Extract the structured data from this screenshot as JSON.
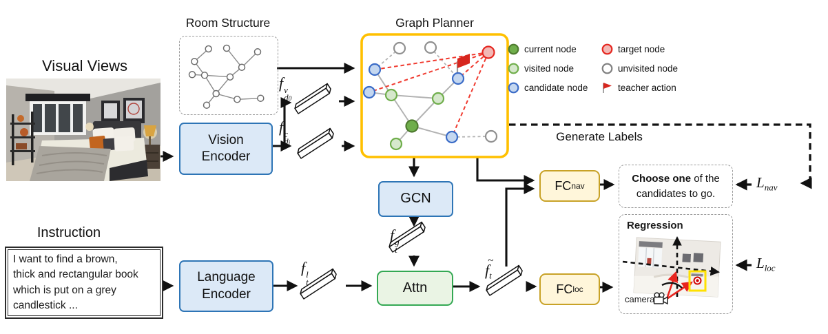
{
  "titles": {
    "visual_views": "Visual Views",
    "room_structure": "Room Structure",
    "graph_planner": "Graph Planner",
    "instruction": "Instruction",
    "generate_labels": "Generate Labels"
  },
  "legend": {
    "items": [
      {
        "label": "current node",
        "color": "#6FAE4B"
      },
      {
        "label": "visited node",
        "color": "#D6E8CC"
      },
      {
        "label": "candidate node",
        "color": "#C4D7F0"
      },
      {
        "label": "target node",
        "color": "#F2B8B5"
      },
      {
        "label": "unvisited node",
        "color": "#FFFFFF"
      },
      {
        "label": "teacher action",
        "color": "#D7261E"
      }
    ]
  },
  "instruction": {
    "lines": [
      "I want to find a brown,",
      "thick and rectangular book",
      "which is put on a grey",
      "candlestick ..."
    ]
  },
  "boxes": {
    "vision_encoder": {
      "line1": "Vision",
      "line2": "Encoder"
    },
    "language_encoder": {
      "line1": "Language",
      "line2": "Encoder"
    },
    "gcn": "GCN",
    "attn": "Attn",
    "fc_nav": {
      "base": "FC",
      "sub": "nav"
    },
    "fc_loc": {
      "base": "FC",
      "sub": "loc"
    }
  },
  "features": {
    "f_v": {
      "base": "f",
      "sup": "v",
      "sub": "d",
      "subsub": "0"
    },
    "f_c": {
      "base": "f",
      "sup": "c",
      "sub": "d",
      "subsub": "i"
    },
    "f_g": {
      "base": "f",
      "sup": "g",
      "sub": "t"
    },
    "f_l": {
      "base": "f",
      "sup": "l",
      "sub": "t"
    },
    "f_tilde": {
      "accent": "~",
      "base": "f",
      "sub": "t"
    }
  },
  "outputs": {
    "nav": {
      "bold": "Choose one",
      "rest": " of the",
      "line2": "candidates to go."
    },
    "loc": {
      "title": "Regression",
      "camera_label": "camera"
    }
  },
  "losses": {
    "nav": {
      "base": "L",
      "sub": "nav"
    },
    "loc": {
      "base": "L",
      "sub": "loc"
    }
  },
  "colors": {
    "planner_border": "#FFC000",
    "encoder_fill": "#DCE9F7",
    "encoder_stroke": "#2E75B6",
    "attn_fill": "#EAF4E4",
    "attn_stroke": "#34A853",
    "fc_fill": "#FFF6DA",
    "fc_stroke": "#C8A227",
    "teacher_red": "#E8251F",
    "highlight_yellow": "#FFE100"
  }
}
